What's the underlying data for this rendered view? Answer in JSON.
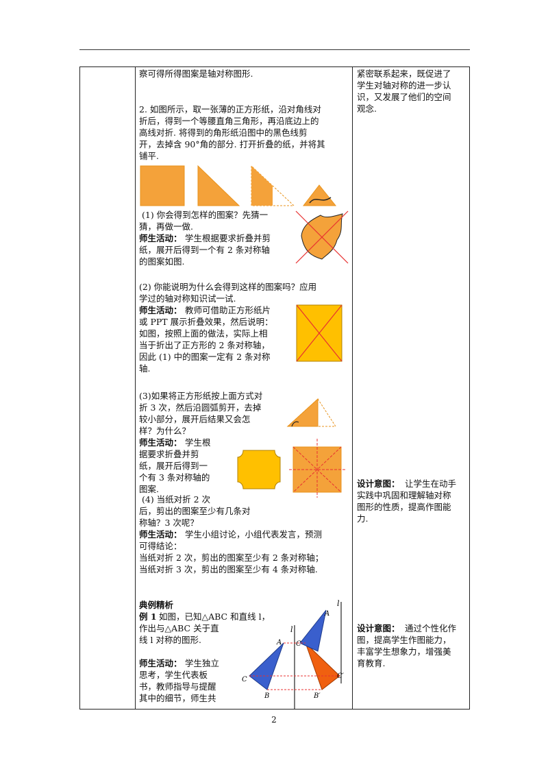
{
  "page_number": "2",
  "left_column": {
    "line_01": "察可得所得图案是轴对称图形.",
    "item2": [
      "2. 如图所示，取一张薄的正方形纸，沿对角线对",
      "折后，得到一个等腰直角三角形，再沿底边上的",
      "高线对折. 将得到的角形纸沿图中的黑色线剪",
      "开，去掉含 90°角的部分. 打开折叠的纸，并将其",
      "铺平."
    ],
    "q1": [
      "(1) 你会得到怎样的图案？先猜一",
      "猜，再做一做."
    ],
    "activity_label": "师生活动：",
    "a1": [
      "学生根据要求折叠并剪",
      "纸，展开后得到一个有 2 条对称轴",
      "的图案如图."
    ],
    "q2": [
      "(2) 你能说明为什么会得到这样的图案吗？应用",
      "学过的轴对称知识试一试."
    ],
    "a2": [
      "教师可借助正方形纸片",
      "或 PPT 展示折叠效果，然后说明：",
      "如图，按照上面的做法，实际上相",
      "当于折出了正方形的 2 条对称轴，",
      "因此 (1) 中的图案一定有 2 条对称",
      "轴."
    ],
    "q3": [
      "(3)如果将正方形纸按上面方式对",
      "折 3 次，然后沿圆弧剪开，去掉",
      "较小部分，展开后结果又会怎",
      "样？为什么？"
    ],
    "a3": [
      "学生根",
      "据要求折叠并剪",
      "纸，展开后得到一",
      "个有 3 条对称轴的",
      "图案."
    ],
    "q4": [
      "(4) 当纸对折 2 次",
      "后，剪出的图案至少有几条对",
      "称轴？3 次呢？"
    ],
    "a4": [
      "学生小组讨论，小组代表发言，预测",
      "可得结论：",
      "当纸对折 2 次，剪出的图案至少有 2 条对称轴；",
      "当纸对折 3 次，剪出的图案至少有 4 条对称轴."
    ],
    "example_heading": "典例精析",
    "example_label": "例 1",
    "example_text": [
      "如图，已知△ABC 和直线 l，",
      "作出与△ABC 关于直",
      "线 l 对称的图形."
    ],
    "a5": [
      "学生独立",
      "思考，学生代表板",
      "书，教师指导与提醒",
      "其中的细节，师生共"
    ]
  },
  "right_column": {
    "note1": [
      "紧密联系起来，既促进了",
      "学生对轴对称的进一步认",
      "识，又发展了他们的空间",
      "观念."
    ],
    "design_label": "设计意图：",
    "design1": [
      "让学生在动手",
      "实践中巩固和理解轴对称",
      "图形的性质，提高作图能",
      "力."
    ],
    "design2": [
      "通过个性化作",
      "图，提高学生作图能力，",
      "丰富学生想象力，增强美",
      "育教育."
    ]
  },
  "figure_labels": {
    "l1": "l",
    "l2": "l",
    "A": "A",
    "A2": "A",
    "B": "B",
    "B2": "B′",
    "C": "C",
    "C2": "C",
    "C3": "C′"
  },
  "colors": {
    "orange": "#f4a23a",
    "dark_orange": "#e8931c",
    "gold": "#ffc000",
    "blue": "#3a5fcd",
    "red_orange": "#f06010",
    "red": "#e83030"
  }
}
